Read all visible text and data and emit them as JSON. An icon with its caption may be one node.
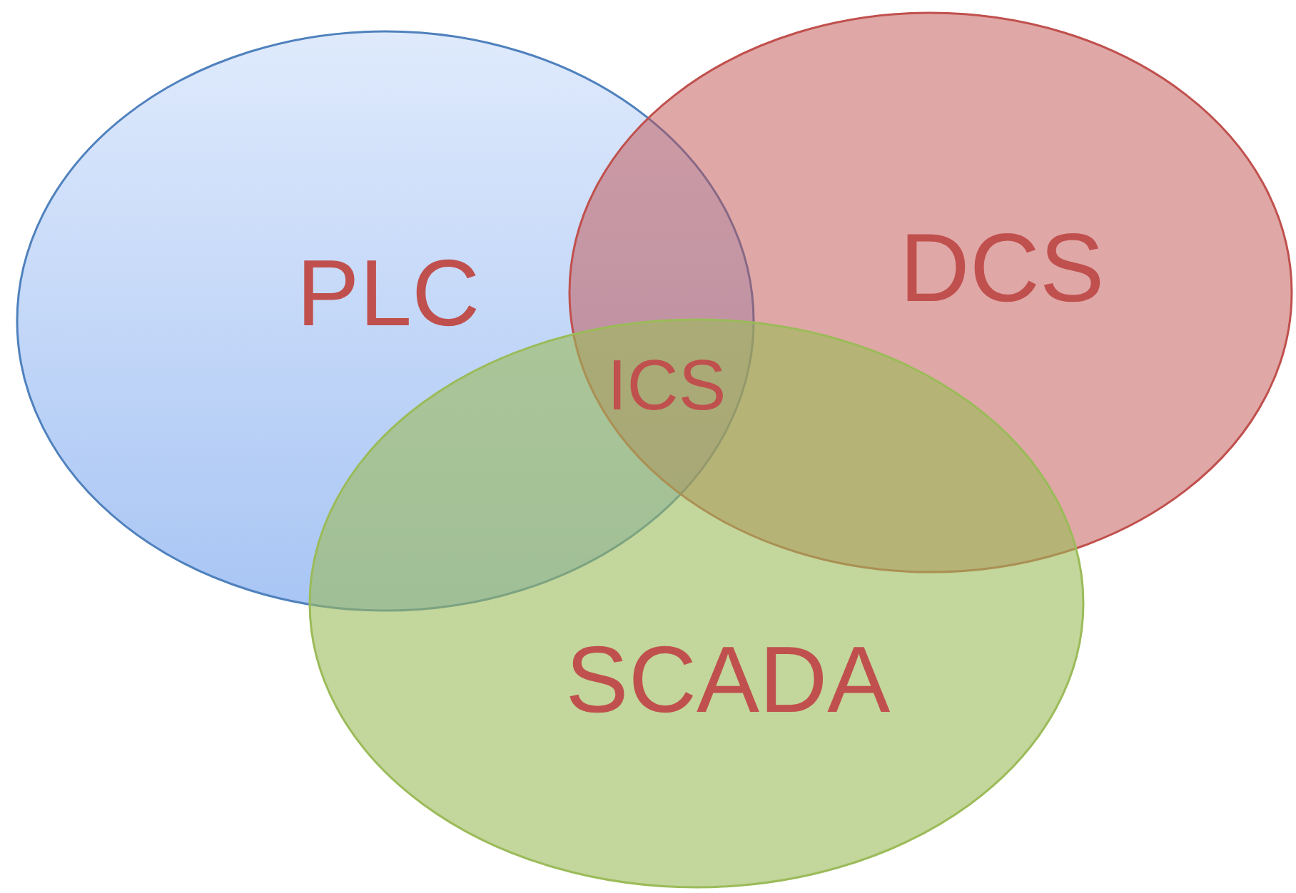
{
  "diagram": {
    "nodes": [
      {
        "text": [
          "PLC"
        ]
      },
      {
        "text": [
          "DCS"
        ]
      },
      {
        "text": [
          "SCADA"
        ]
      }
    ],
    "labels": [
      "ICS"
    ]
  }
}
